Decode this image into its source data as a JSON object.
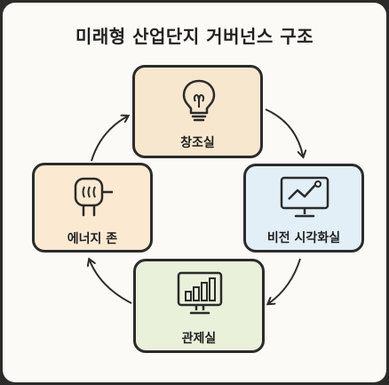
{
  "title": "미래형 산업단지 거버넌스 구조",
  "nodes": {
    "top": {
      "label": "창조실",
      "icon": "lightbulb-icon"
    },
    "right": {
      "label": "비전 시각화실",
      "icon": "monitor-line-chart-icon"
    },
    "bottom": {
      "label": "관제실",
      "icon": "monitor-bar-chart-icon"
    },
    "left": {
      "label": "에너지 존",
      "icon": "power-plug-icon"
    }
  },
  "flow": "clockwise",
  "colors": {
    "top": "#f8e7cf",
    "right": "#e3eff7",
    "bottom": "#e9f1da",
    "left": "#fbe9d2",
    "outline": "#2b2b2b"
  }
}
